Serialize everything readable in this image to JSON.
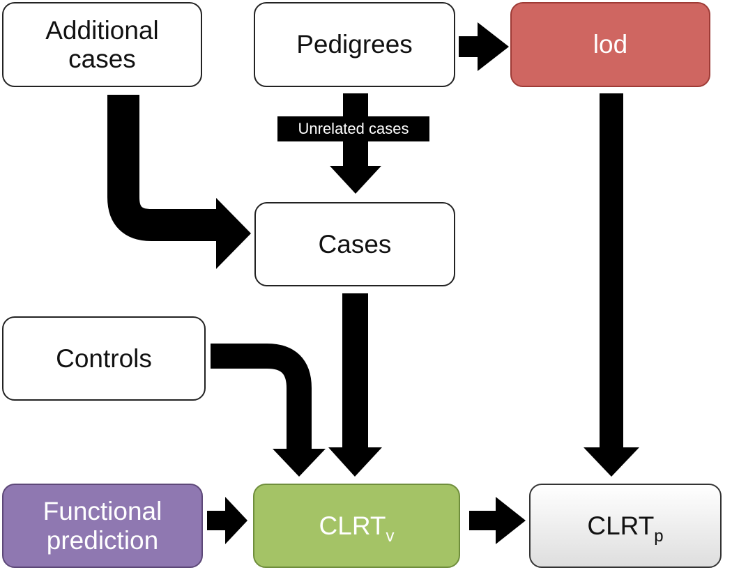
{
  "nodes": {
    "additional_cases": {
      "line1": "Additional",
      "line2": "cases"
    },
    "pedigrees": {
      "label": "Pedigrees"
    },
    "lod": {
      "label": "lod"
    },
    "cases": {
      "label": "Cases"
    },
    "controls": {
      "label": "Controls"
    },
    "functional_prediction": {
      "line1": "Functional",
      "line2": "prediction"
    },
    "clrt_v": {
      "base": "CLRT",
      "sub": "v"
    },
    "clrt_p": {
      "base": "CLRT",
      "sub": "p"
    }
  },
  "edges": {
    "pedigrees_to_cases": {
      "label": "Unrelated cases"
    }
  },
  "colors": {
    "lod": "#cf6661",
    "functional_prediction": "#8f78b1",
    "clrt_v": "#a4c366",
    "clrt_p": "#e6e6e6",
    "arrow": "#000000"
  }
}
